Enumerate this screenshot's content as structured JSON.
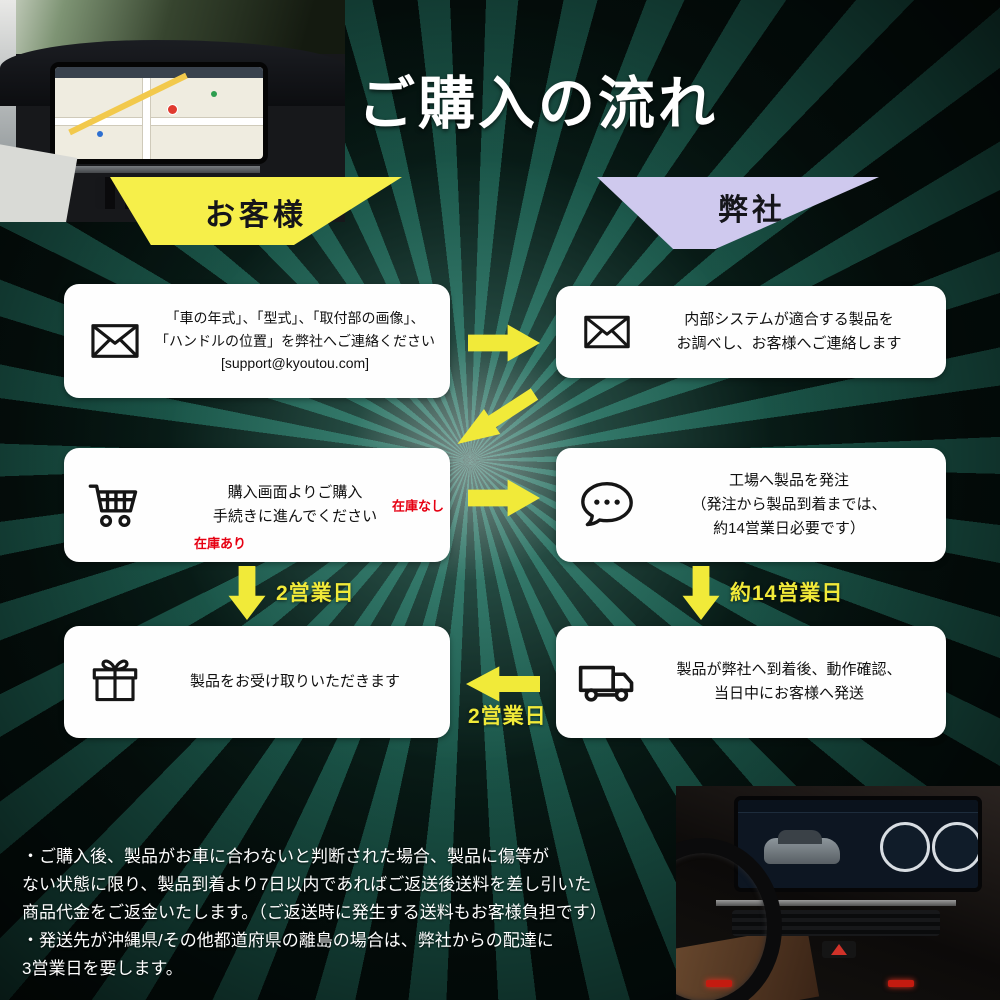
{
  "title": "ご購入の流れ",
  "banners": {
    "customer": "お客様",
    "company": "弊社"
  },
  "steps": {
    "contact": {
      "icon": "envelope-icon",
      "lines": [
        "「車の年式」、「型式」、「取付部の画像」、",
        "「ハンドルの位置」を弊社へご連絡ください",
        "[support@kyoutou.com]"
      ]
    },
    "reply": {
      "icon": "envelope-icon",
      "lines": [
        "内部システムが適合する製品を",
        "お調べし、お客様へご連絡します"
      ]
    },
    "purchase": {
      "icon": "cart-icon",
      "lines": [
        "購入画面よりご購入",
        "手続きに進んでください"
      ],
      "stock_out": "在庫なし",
      "stock_in": "在庫あり"
    },
    "order": {
      "icon": "chat-icon",
      "lines": [
        "工場へ製品を発注",
        "（発注から製品到着までは、",
        "約14営業日必要です）"
      ]
    },
    "receive": {
      "icon": "gift-icon",
      "lines": [
        "製品をお受け取りいただきます"
      ]
    },
    "ship": {
      "icon": "truck-icon",
      "lines": [
        "製品が弊社へ到着後、動作確認、",
        "当日中にお客様へ発送"
      ]
    }
  },
  "arrow_labels": {
    "left_down": "2営業日",
    "right_down": "約14営業日",
    "return": "2営業日"
  },
  "notes": [
    "・ご購入後、製品がお車に合わないと判断された場合、製品に傷等が",
    "ない状態に限り、製品到着より7日以内であればご返送後送料を差し引いた",
    "商品代金をご返金いたします。（ご返送時に発生する送料もお客様負担です）",
    "・発送先が沖縄県/その他都道府県の離島の場合は、弊社からの配達に",
    "3営業日を要します。"
  ],
  "colors": {
    "arrow_yellow": "#f1ea39",
    "banner_yellow": "#f6ef4a",
    "banner_lavender": "#cfc9ee",
    "stock_red": "#e60012",
    "background_teal": "#2c8c78"
  }
}
